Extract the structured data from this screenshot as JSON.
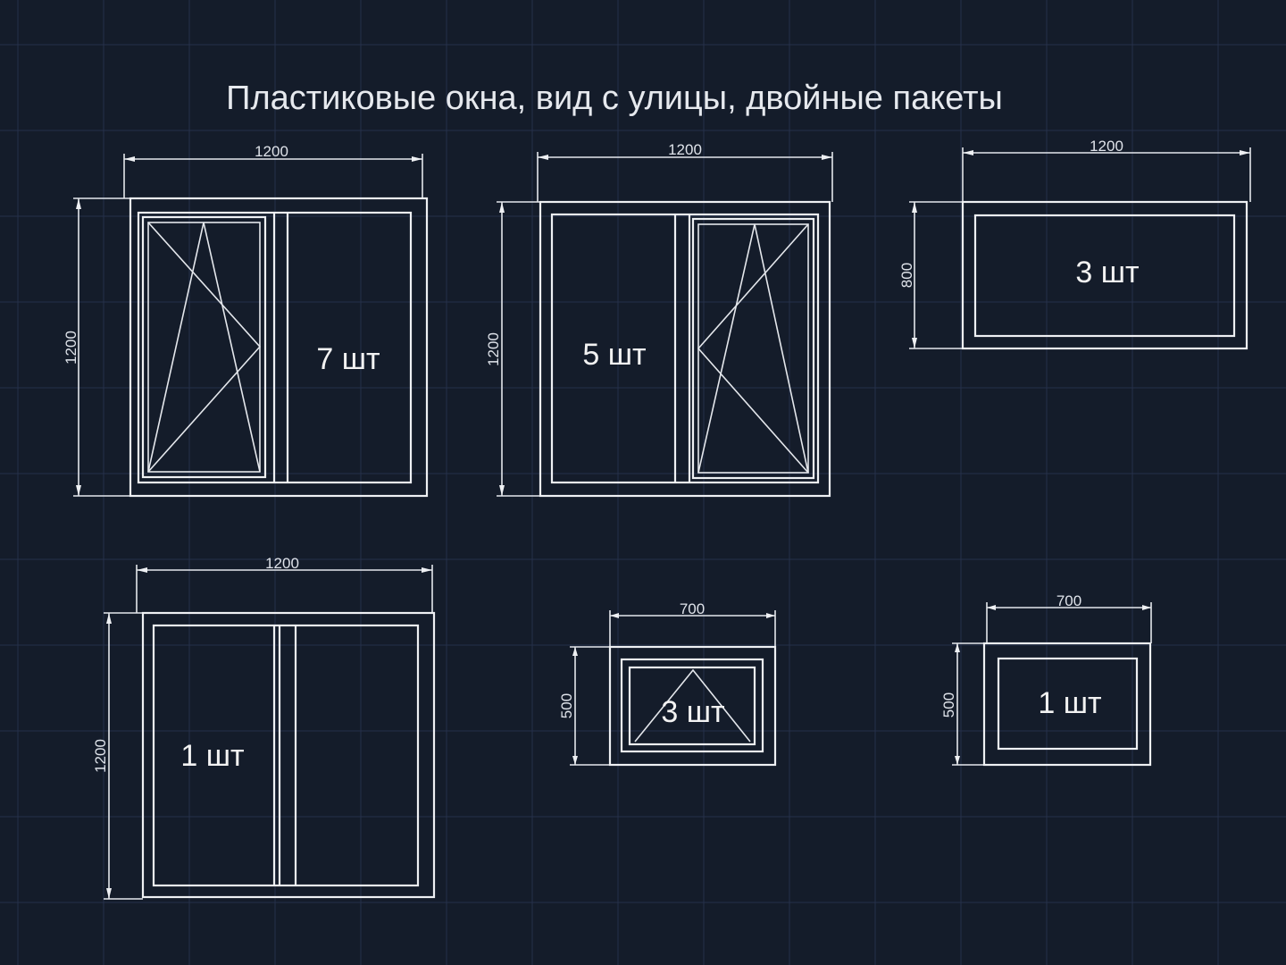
{
  "title": "Пластиковые окна, вид с улицы, двойные пакеты",
  "windows": [
    {
      "width_label": "1200",
      "height_label": "1200",
      "qty": "7 шт"
    },
    {
      "width_label": "1200",
      "height_label": "1200",
      "qty": "5 шт"
    },
    {
      "width_label": "1200",
      "height_label": "800",
      "qty": "3 шт"
    },
    {
      "width_label": "1200",
      "height_label": "1200",
      "qty": "1 шт"
    },
    {
      "width_label": "700",
      "height_label": "500",
      "qty": "3 шт"
    },
    {
      "width_label": "700",
      "height_label": "500",
      "qty": "1 шт"
    }
  ],
  "colors": {
    "background": "#141c2a",
    "lines": "#eef0f3",
    "grid": "#25304a"
  }
}
